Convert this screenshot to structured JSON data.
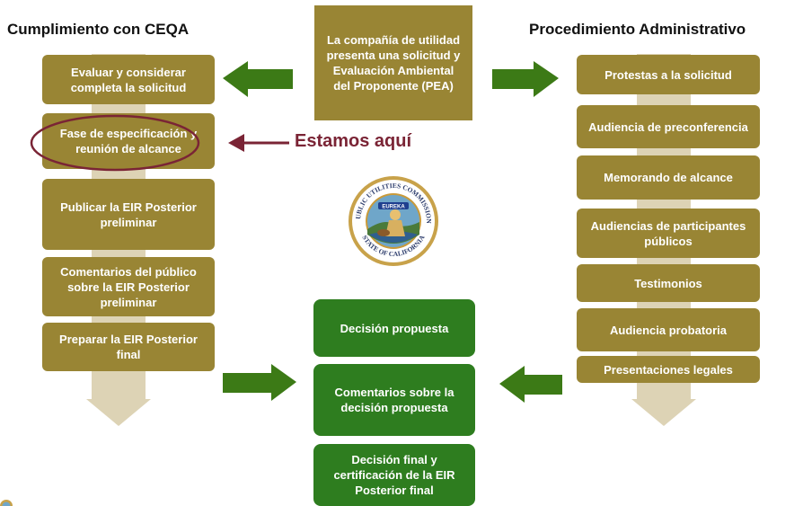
{
  "left_title": "Cumplimiento con CEQA",
  "right_title": "Procedimiento Administrativo",
  "center_top": "La compañía de utilidad presenta una solicitud y Evaluación Ambiental del Proponente (PEA)",
  "left_steps": [
    "Evaluar y considerar completa la solicitud",
    "Fase de especificación y reunión de alcance",
    "Publicar la EIR Posterior preliminar",
    "Comentarios del público sobre la EIR Posterior preliminar",
    "Preparar la EIR Posterior final"
  ],
  "right_steps": [
    "Protestas a la solicitud",
    "Audiencia de preconferencia",
    "Memorando de alcance",
    "Audiencias de participantes públicos",
    "Testimonios",
    "Audiencia probatoria",
    "Presentaciones legales"
  ],
  "center_steps": [
    "Decisión propuesta",
    "Comentarios sobre la decisión propuesta",
    "Decisión final y certificación de la EIR Posterior final"
  ],
  "marker_label": "Estamos aquí",
  "seal": {
    "top_text": "PUBLIC UTILITIES COMMISSION",
    "bottom_text": "STATE OF CALIFORNIA",
    "banner": "EUREKA"
  },
  "colors": {
    "gold": "#998534",
    "green": "#2e7d1f",
    "arrow_green": "#3c7a16",
    "marker": "#7a2435",
    "track": "#ddd3b5"
  }
}
